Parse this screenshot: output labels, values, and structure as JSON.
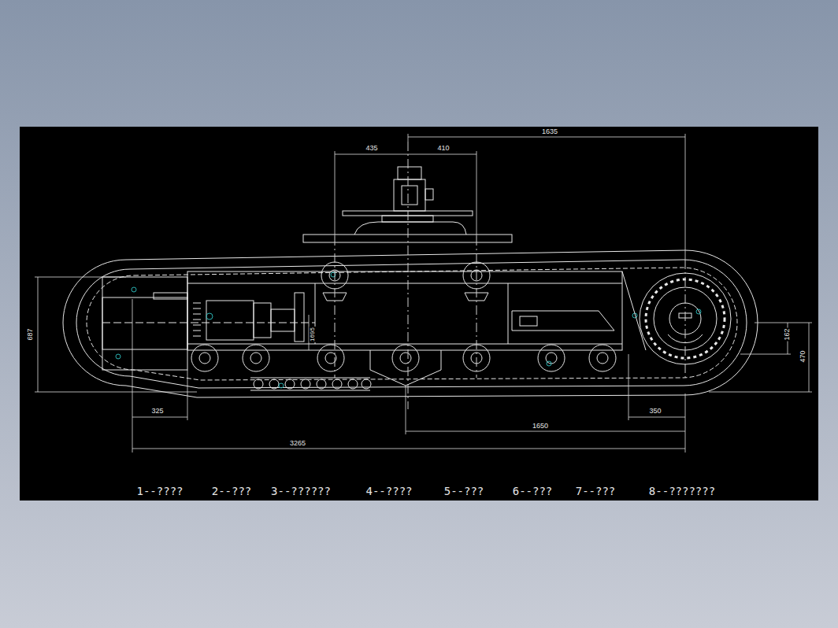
{
  "diagram": {
    "labels": [
      "1635",
      "435",
      "410",
      "687",
      "1695",
      "162",
      "470",
      "325",
      "350",
      "1650",
      "3265",
      "1--????",
      "2--???",
      "3--??????",
      "4--????",
      "5--???",
      "6--???",
      "7--???",
      "8--???????"
    ]
  }
}
